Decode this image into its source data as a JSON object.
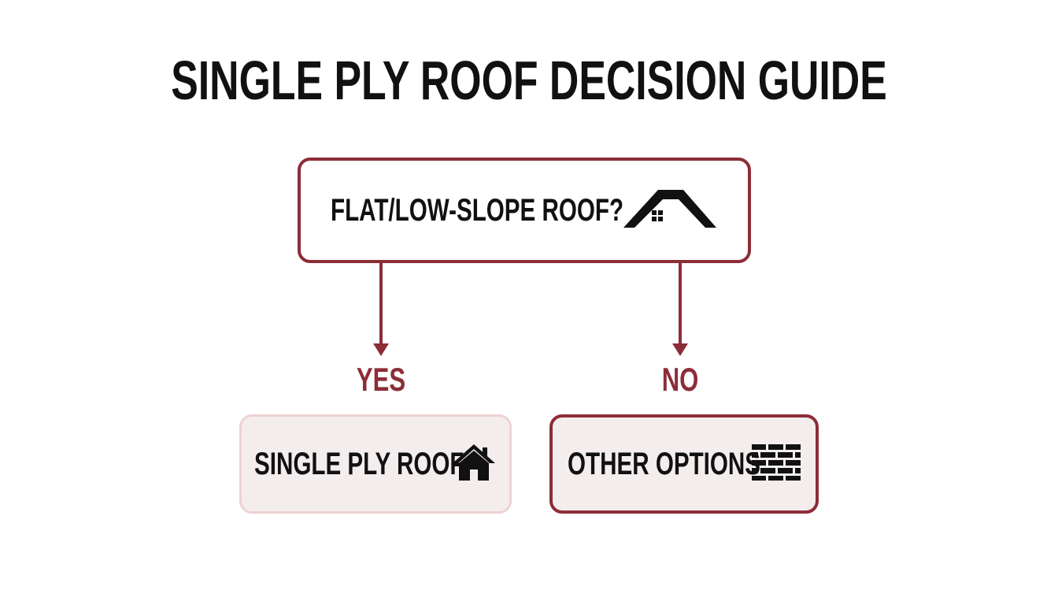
{
  "title": "SINGLE PLY ROOF DECISION GUIDE",
  "question": {
    "label": "FLAT/LOW-SLOPE ROOF?",
    "icon": "roof-house-icon"
  },
  "branches": {
    "yes": {
      "label": "YES",
      "result_label": "SINGLE PLY ROOF",
      "icon": "house-icon"
    },
    "no": {
      "label": "NO",
      "result_label": "OTHER OPTIONS",
      "icon": "brick-wall-icon"
    }
  },
  "colors": {
    "accent": "#8c2d38",
    "text": "#111111",
    "muted_border": "#ecd3d2",
    "result_fill": "#f4eded"
  }
}
